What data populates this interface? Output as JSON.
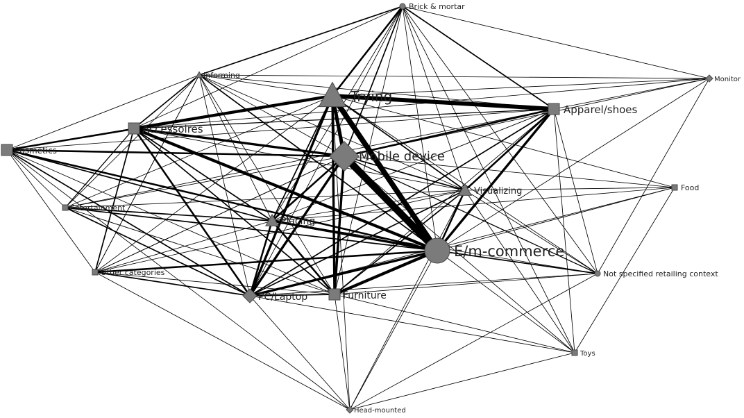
{
  "nodes": [
    {
      "id": "brick",
      "label": "Brick & mortar",
      "shape": "circle",
      "size": "small"
    },
    {
      "id": "informing",
      "label": "Informing",
      "shape": "triangle",
      "size": "small"
    },
    {
      "id": "monitor",
      "label": "Monitor",
      "shape": "diamond",
      "size": "small"
    },
    {
      "id": "trying",
      "label": "Trying",
      "shape": "triangle",
      "size": "large"
    },
    {
      "id": "apparel",
      "label": "Apparel/shoes",
      "shape": "square",
      "size": "medium"
    },
    {
      "id": "accessoires",
      "label": "Accessoires",
      "shape": "square",
      "size": "medium"
    },
    {
      "id": "cosmetics",
      "label": "Cosmetics",
      "shape": "square",
      "size": "medium"
    },
    {
      "id": "mobile",
      "label": "Mobile device",
      "shape": "diamond",
      "size": "large"
    },
    {
      "id": "visualizing",
      "label": "Visualizing",
      "shape": "triangle",
      "size": "medium"
    },
    {
      "id": "food",
      "label": "Food",
      "shape": "square",
      "size": "small"
    },
    {
      "id": "entertainment",
      "label": "Entertainment",
      "shape": "square",
      "size": "small"
    },
    {
      "id": "placing",
      "label": "Placing",
      "shape": "triangle",
      "size": "medium"
    },
    {
      "id": "ecommerce",
      "label": "E/m-commerce",
      "shape": "circle",
      "size": "xlarge"
    },
    {
      "id": "other",
      "label": "Other categories",
      "shape": "square",
      "size": "small"
    },
    {
      "id": "notspecified",
      "label": "Not specified retailing context",
      "shape": "circle",
      "size": "small"
    },
    {
      "id": "pc",
      "label": "PC/Laptop",
      "shape": "diamond",
      "size": "medium"
    },
    {
      "id": "furniture",
      "label": "Furniture",
      "shape": "square",
      "size": "medium"
    },
    {
      "id": "toys",
      "label": "Toys",
      "shape": "square",
      "size": "small"
    },
    {
      "id": "headmounted",
      "label": "Head-mounted",
      "shape": "diamond",
      "size": "small"
    }
  ],
  "edges": [
    [
      "trying",
      "ecommerce",
      9
    ],
    [
      "mobile",
      "ecommerce",
      12
    ],
    [
      "trying",
      "apparel",
      7
    ],
    [
      "accessoires",
      "trying",
      5
    ],
    [
      "accessoires",
      "mobile",
      4
    ],
    [
      "accessoires",
      "ecommerce",
      5
    ],
    [
      "cosmetics",
      "mobile",
      3
    ],
    [
      "cosmetics",
      "ecommerce",
      3
    ],
    [
      "trying",
      "mobile",
      6
    ],
    [
      "trying",
      "pc",
      4
    ],
    [
      "trying",
      "furniture",
      4
    ],
    [
      "mobile",
      "pc",
      4
    ],
    [
      "mobile",
      "furniture",
      4
    ],
    [
      "placing",
      "ecommerce",
      4
    ],
    [
      "placing",
      "furniture",
      3
    ],
    [
      "placing",
      "pc",
      3
    ],
    [
      "pc",
      "ecommerce",
      4
    ],
    [
      "furniture",
      "ecommerce",
      5
    ],
    [
      "visualizing",
      "ecommerce",
      3
    ],
    [
      "apparel",
      "ecommerce",
      4
    ],
    [
      "apparel",
      "mobile",
      3
    ],
    [
      "apparel",
      "visualizing",
      3
    ],
    [
      "accessoires",
      "pc",
      3
    ],
    [
      "accessoires",
      "furniture",
      2
    ],
    [
      "cosmetics",
      "pc",
      2
    ],
    [
      "other",
      "ecommerce",
      3
    ],
    [
      "entertainment",
      "ecommerce",
      2
    ],
    [
      "placing",
      "mobile",
      3
    ],
    [
      "brick",
      "trying",
      3
    ],
    [
      "brick",
      "apparel",
      2
    ],
    [
      "brick",
      "informing",
      2
    ],
    [
      "informing",
      "ecommerce",
      2
    ],
    [
      "informing",
      "accessoires",
      2
    ],
    [
      "informing",
      "trying",
      1
    ],
    [
      "mobile",
      "visualizing",
      2
    ],
    [
      "trying",
      "visualizing",
      2
    ],
    [
      "ecommerce",
      "notspecified",
      2
    ],
    [
      "visualizing",
      "pc",
      2
    ],
    [
      "visualizing",
      "furniture",
      2
    ],
    [
      "cosmetics",
      "trying",
      3
    ],
    [
      "accessoires",
      "apparel",
      1.5
    ],
    [
      "cosmetics",
      "accessoires",
      1.5
    ],
    [
      "brick",
      "mobile",
      2
    ],
    [
      "brick",
      "monitor",
      1
    ],
    [
      "monitor",
      "informing",
      1
    ],
    [
      "monitor",
      "trying",
      1
    ],
    [
      "monitor",
      "accessoires",
      1
    ],
    [
      "monitor",
      "ecommerce",
      1
    ],
    [
      "monitor",
      "notspecified",
      1
    ],
    [
      "monitor",
      "mobile",
      1
    ],
    [
      "food",
      "ecommerce",
      1
    ],
    [
      "food",
      "mobile",
      1
    ],
    [
      "food",
      "visualizing",
      1
    ],
    [
      "food",
      "placing",
      1
    ],
    [
      "food",
      "trying",
      1
    ],
    [
      "food",
      "toys",
      1
    ],
    [
      "food",
      "pc",
      1
    ],
    [
      "entertainment",
      "placing",
      2
    ],
    [
      "entertainment",
      "mobile",
      1
    ],
    [
      "entertainment",
      "pc",
      2
    ],
    [
      "entertainment",
      "furniture",
      1
    ],
    [
      "entertainment",
      "informing",
      1
    ],
    [
      "entertainment",
      "trying",
      1
    ],
    [
      "entertainment",
      "accessoires",
      1.5
    ],
    [
      "other",
      "pc",
      2
    ],
    [
      "other",
      "accessoires",
      2
    ],
    [
      "other",
      "informing",
      1
    ],
    [
      "other",
      "placing",
      1
    ],
    [
      "other",
      "mobile",
      1
    ],
    [
      "other",
      "furniture",
      1
    ],
    [
      "other",
      "visualizing",
      1
    ],
    [
      "cosmetics",
      "other",
      1
    ],
    [
      "cosmetics",
      "entertainment",
      1
    ],
    [
      "cosmetics",
      "headmounted",
      1
    ],
    [
      "cosmetics",
      "placing",
      2
    ],
    [
      "cosmetics",
      "furniture",
      1
    ],
    [
      "headmounted",
      "pc",
      1
    ],
    [
      "headmounted",
      "furniture",
      1
    ],
    [
      "headmounted",
      "ecommerce",
      1
    ],
    [
      "headmounted",
      "trying",
      1
    ],
    [
      "headmounted",
      "other",
      1
    ],
    [
      "headmounted",
      "notspecified",
      1
    ],
    [
      "headmounted",
      "visualizing",
      1
    ],
    [
      "headmounted",
      "toys",
      1
    ],
    [
      "toys",
      "pc",
      1
    ],
    [
      "toys",
      "furniture",
      1
    ],
    [
      "toys",
      "ecommerce",
      1
    ],
    [
      "toys",
      "visualizing",
      1
    ],
    [
      "toys",
      "apparel",
      1
    ],
    [
      "toys",
      "mobile",
      1
    ],
    [
      "toys",
      "brick",
      1
    ],
    [
      "notspecified",
      "pc",
      1
    ],
    [
      "notspecified",
      "furniture",
      1
    ],
    [
      "notspecified",
      "visualizing",
      1
    ],
    [
      "notspecified",
      "trying",
      1
    ],
    [
      "notspecified",
      "apparel",
      1
    ],
    [
      "notspecified",
      "brick",
      1
    ],
    [
      "notspecified",
      "mobile",
      1.5
    ],
    [
      "notspecified",
      "placing",
      1
    ],
    [
      "brick",
      "ecommerce",
      1
    ],
    [
      "brick",
      "placing",
      1
    ],
    [
      "brick",
      "visualizing",
      1
    ],
    [
      "brick",
      "accessoires",
      1
    ],
    [
      "brick",
      "furniture",
      1
    ],
    [
      "brick",
      "pc",
      1
    ],
    [
      "informing",
      "pc",
      1
    ],
    [
      "informing",
      "mobile",
      1
    ],
    [
      "informing",
      "furniture",
      1
    ],
    [
      "informing",
      "placing",
      1
    ],
    [
      "informing",
      "visualizing",
      1
    ],
    [
      "informing",
      "cosmetics",
      1
    ],
    [
      "informing",
      "other",
      1
    ],
    [
      "apparel",
      "pc",
      2
    ],
    [
      "apparel",
      "furniture",
      1
    ],
    [
      "apparel",
      "placing",
      1
    ],
    [
      "apparel",
      "informing",
      1
    ],
    [
      "apparel",
      "cosmetics",
      1
    ],
    [
      "apparel",
      "monitor",
      1
    ],
    [
      "apparel",
      "entertainment",
      1
    ],
    [
      "accessoires",
      "placing",
      2
    ],
    [
      "accessoires",
      "visualizing",
      1
    ],
    [
      "accessoires",
      "entertainment",
      1
    ],
    [
      "mobile",
      "other",
      1
    ],
    [
      "trying",
      "placing",
      2
    ],
    [
      "trying",
      "other",
      1
    ],
    [
      "placing",
      "visualizing",
      1
    ],
    [
      "placing",
      "furniture",
      1
    ],
    [
      "visualizing",
      "entertainment",
      1
    ],
    [
      "pc",
      "furniture",
      2
    ],
    [
      "pc",
      "cosmetics",
      1
    ],
    [
      "ecommerce",
      "cosmetics",
      1
    ]
  ]
}
